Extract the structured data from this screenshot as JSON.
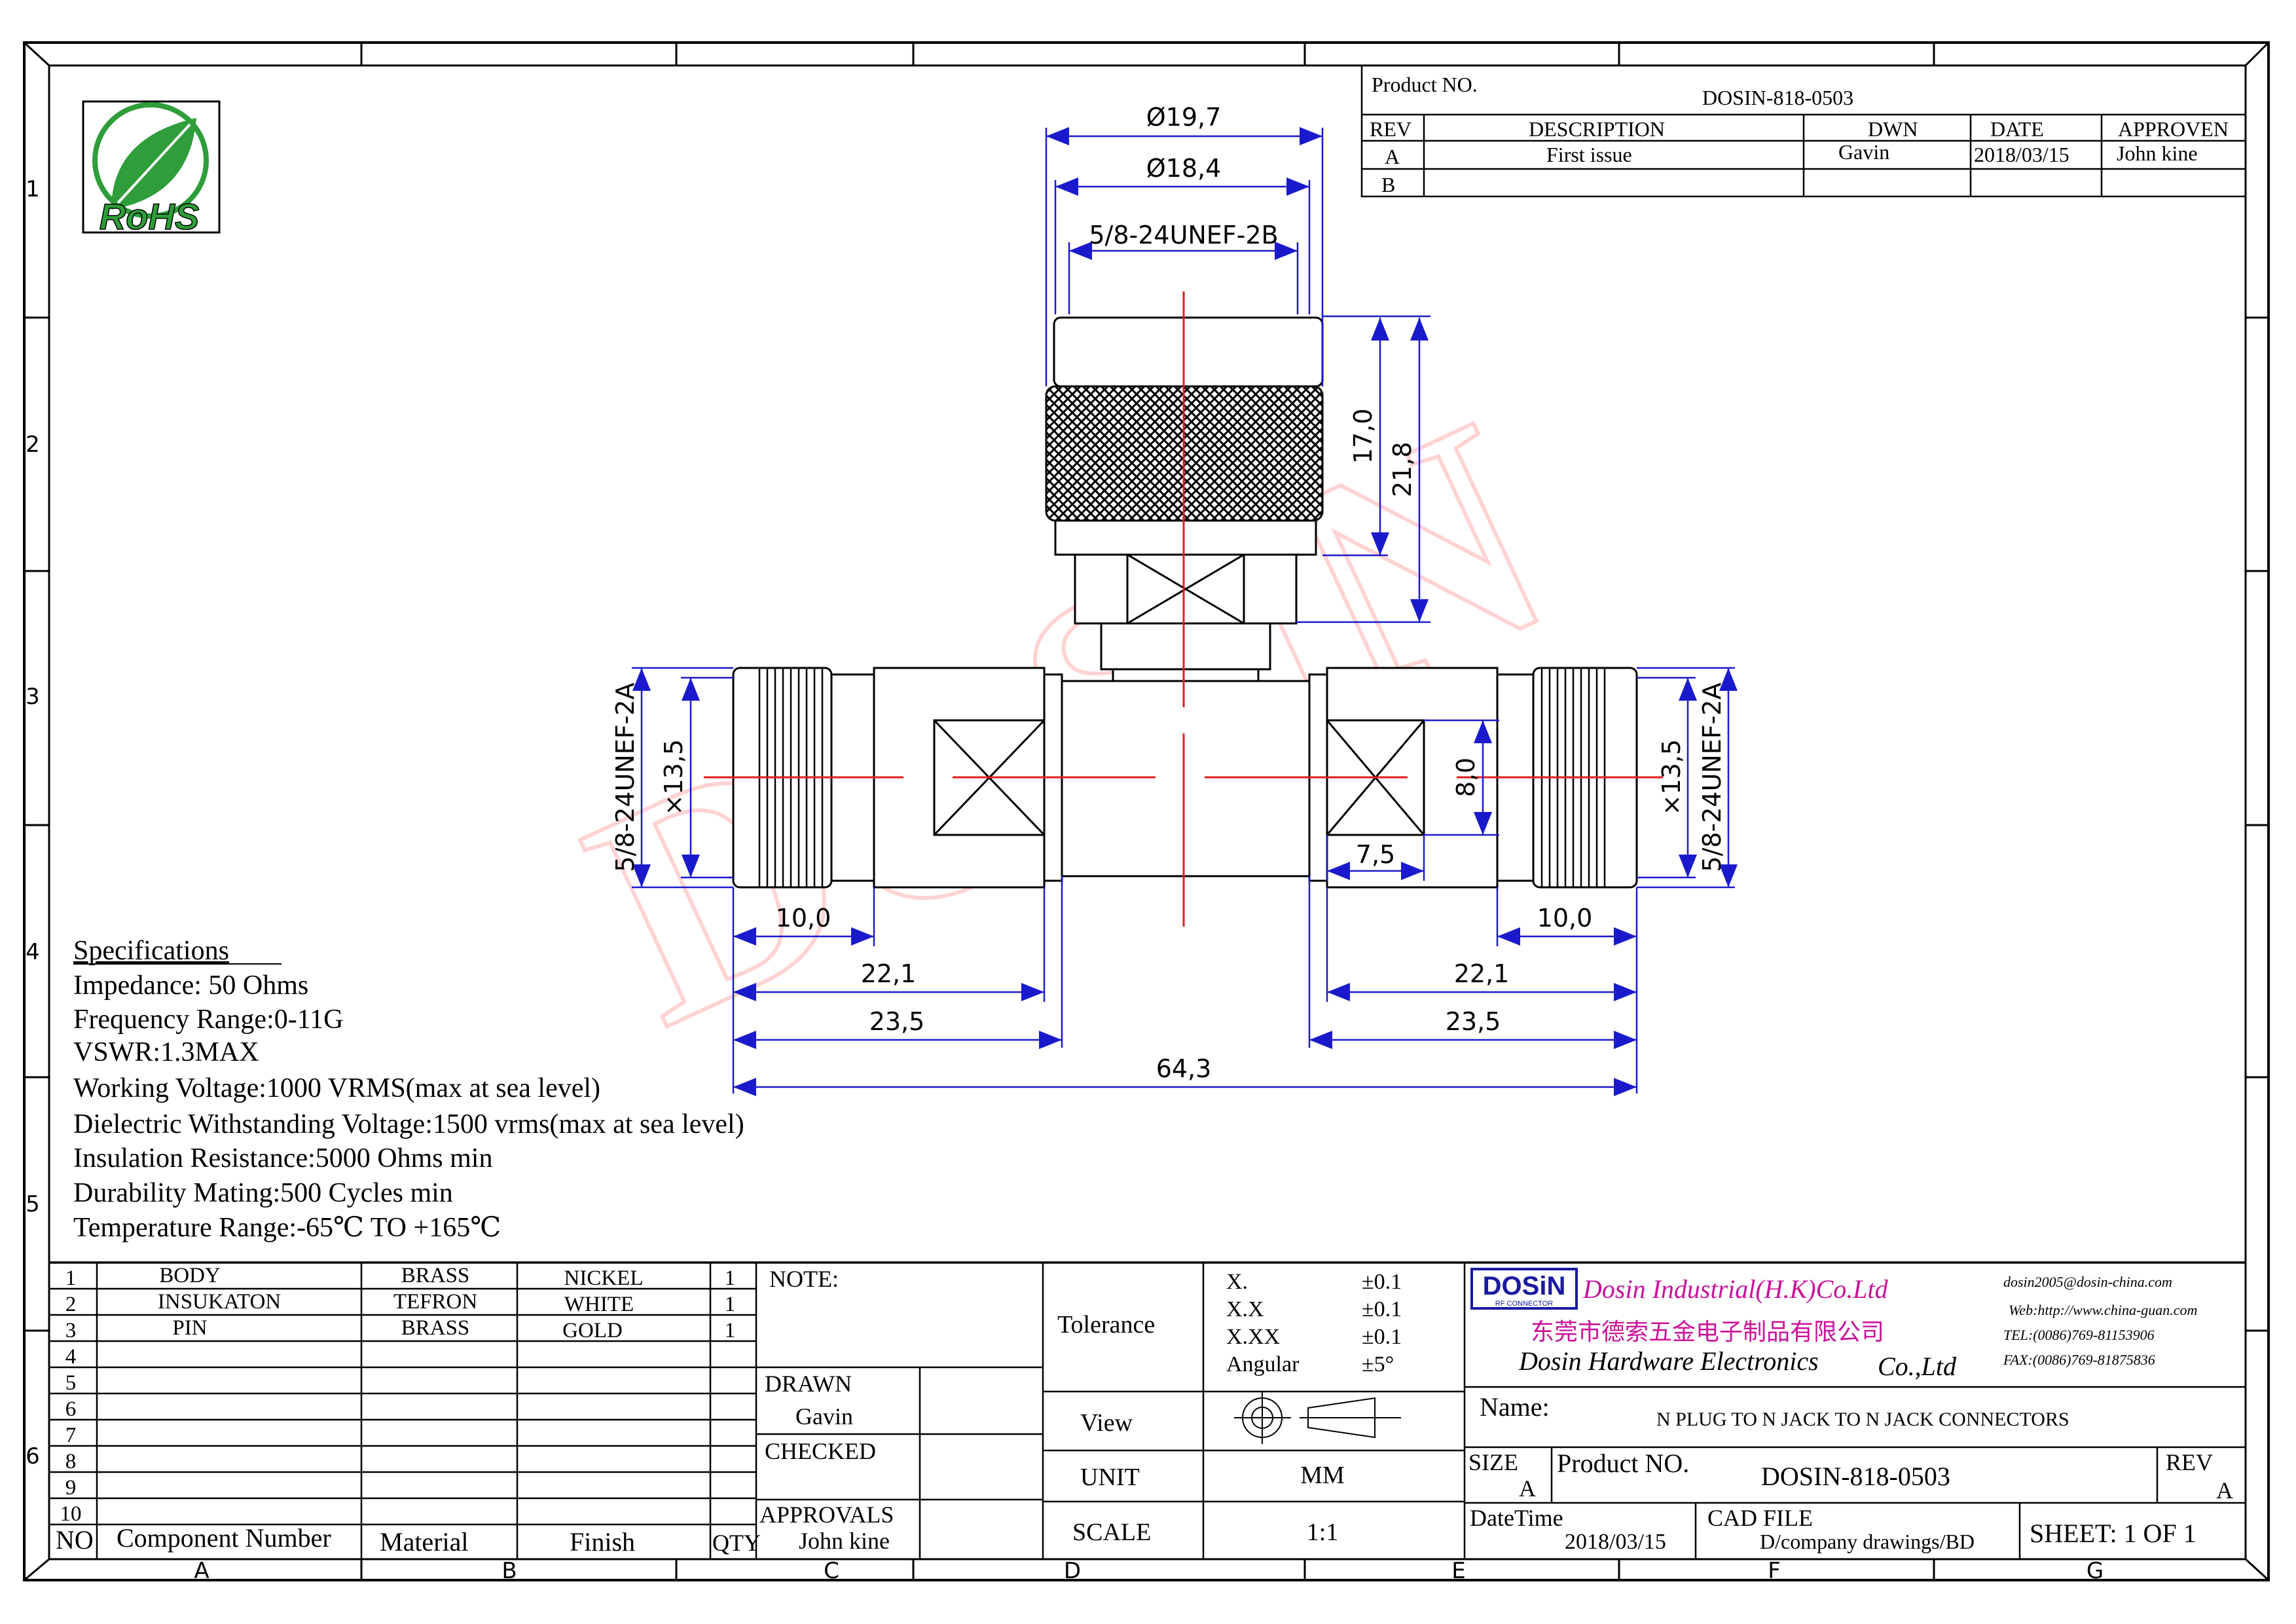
{
  "border": {
    "col_labels": [
      "A",
      "B",
      "C",
      "D",
      "E",
      "F",
      "G"
    ],
    "row_labels": [
      "1",
      "2",
      "3",
      "4",
      "5",
      "6"
    ]
  },
  "logo": {
    "text": "RoHS"
  },
  "watermark": {
    "text": "DOSIN"
  },
  "revision_block": {
    "product_no_label": "Product NO.",
    "product_no": "DOSIN-818-0503",
    "headers": [
      "REV",
      "DESCRIPTION",
      "DWN",
      "DATE",
      "APPROVEN"
    ],
    "rows": [
      [
        "A",
        "First issue",
        "Gavin",
        "2018/03/15",
        "John kine"
      ],
      [
        "B",
        "",
        "",
        "",
        ""
      ]
    ]
  },
  "dimensions": {
    "d_outer": "Ø19,7",
    "d_inner": "Ø18,4",
    "top_thread": "5/8-24UNEF-2B",
    "h_17": "17,0",
    "h_218": "21,8",
    "left_thread": "5/8-24UNEF-2A",
    "left_d": "×13,5",
    "right_thread": "5/8-24UNEF-2A",
    "right_d": "×13,5",
    "hex_8": "8,0",
    "hex_75": "7,5",
    "left_10": "10,0",
    "right_10": "10,0",
    "left_221": "22,1",
    "right_221": "22,1",
    "left_235": "23,5",
    "right_235": "23,5",
    "total": "64,3"
  },
  "specs": {
    "title": "Specifications",
    "lines": [
      "Impedance: 50 Ohms",
      "Frequency Range:0-11G",
      "VSWR:1.3MAX",
      "Working Voltage:1000 VRMS(max at sea level)",
      "Dielectric Withstanding Voltage:1500 vrms(max at sea level)",
      "Insulation Resistance:5000 Ohms min",
      "Durability Mating:500 Cycles min",
      "Temperature Range:-65℃ TO +165℃"
    ]
  },
  "bom": {
    "headers": [
      "NO",
      "Component Number",
      "Material",
      "Finish",
      "QTY"
    ],
    "rows": [
      [
        "1",
        "BODY",
        "BRASS",
        "NICKEL",
        "1"
      ],
      [
        "2",
        "INSUKATON",
        "TEFRON",
        "WHITE",
        "1"
      ],
      [
        "3",
        "PIN",
        "BRASS",
        "GOLD",
        "1"
      ],
      [
        "4",
        "",
        "",
        "",
        ""
      ],
      [
        "5",
        "",
        "",
        "",
        ""
      ],
      [
        "6",
        "",
        "",
        "",
        ""
      ],
      [
        "7",
        "",
        "",
        "",
        ""
      ],
      [
        "8",
        "",
        "",
        "",
        ""
      ],
      [
        "9",
        "",
        "",
        "",
        ""
      ],
      [
        "10",
        "",
        "",
        "",
        ""
      ]
    ]
  },
  "notes": {
    "note_label": "NOTE:",
    "drawn_label": "DRAWN",
    "drawn_by": "Gavin",
    "checked_label": "CHECKED",
    "approvals_label": "APPROVALS",
    "approved_by": "John kine"
  },
  "tolerance": {
    "label": "Tolerance",
    "rows": [
      [
        "X.",
        "±0.1"
      ],
      [
        "X.X",
        "±0.1"
      ],
      [
        "X.XX",
        "±0.1"
      ],
      [
        "Angular",
        "±5°"
      ]
    ],
    "view_label": "View",
    "unit_label": "UNIT",
    "unit": "MM",
    "scale_label": "SCALE",
    "scale": "1:1"
  },
  "company": {
    "logo_text": "DOSiN",
    "logo_sub": "RF CONNECTOR",
    "name_en": "Dosin Industrial(H.K)Co.Ltd",
    "name_cn": "东莞市德索五金电子制品有限公司",
    "name_en2": "Dosin Hardware Electronics",
    "name_en2_suffix": "Co.,Ltd",
    "email": "dosin2005@dosin-china.com",
    "web": "Web:http://www.china-guan.com",
    "tel": "TEL:(0086)769-81153906",
    "fax": "FAX:(0086)769-81875836",
    "brand_color": "#1a1aa0",
    "accent_color": "#c8139a"
  },
  "title_block": {
    "name_label": "Name:",
    "name": "N PLUG TO N JACK TO N JACK CONNECTORS",
    "size_label": "SIZE",
    "size": "A",
    "product_no_label": "Product NO.",
    "product_no": "DOSIN-818-0503",
    "rev_label": "REV",
    "rev": "A",
    "datetime_label": "DateTime",
    "datetime": "2018/03/15",
    "cad_label": "CAD FILE",
    "cad_path": "D/company drawings/BD",
    "sheet": "SHEET: 1 OF 1"
  }
}
